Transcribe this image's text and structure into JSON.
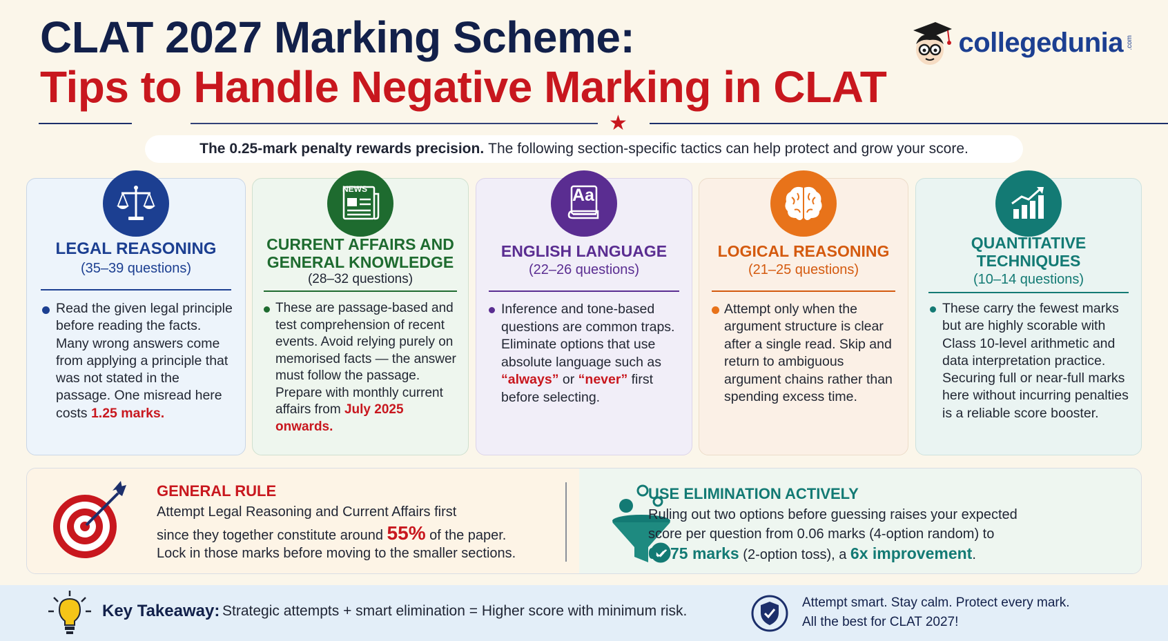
{
  "header": {
    "title_line1": "CLAT 2027 Marking Scheme:",
    "title_line2": "Tips to Handle Negative Marking in CLAT",
    "brand": "collegedunia",
    "brand_suffix": ".com"
  },
  "subtitle": {
    "bold": "The 0.25-mark penalty rewards precision.",
    "rest": "The following section-specific tactics can help protect and grow your score."
  },
  "cards": [
    {
      "title": "LEGAL REASONING",
      "subtitle": "(35–39 questions)",
      "icon": "scales-of-justice-icon",
      "body": "Read the given legal principle before reading the facts. Many wrong answers come from applying a principle that was not stated in the passage. One misread here costs ",
      "highlight": "1.25 marks.",
      "after": "",
      "colors": {
        "accent": "#1c3f91",
        "bg": "#edf4fb"
      }
    },
    {
      "title_line1": "CURRENT AFFAIRS AND",
      "title_line2": "GENERAL KNOWLEDGE",
      "subtitle": "(28–32 questions)",
      "icon": "newspaper-icon",
      "icon_text": "NEWS",
      "body": "These are passage-based and test comprehension of recent events. Avoid relying purely on memorised facts — the answer must follow the passage. Prepare with monthly current affairs from ",
      "highlight": "July 2025 onwards.",
      "colors": {
        "accent": "#1e6b2f",
        "bg": "#eef6ee"
      }
    },
    {
      "title": "ENGLISH LANGUAGE",
      "subtitle": "(22–26 questions)",
      "icon": "dictionary-icon",
      "icon_text": "Aa",
      "body1": "Inference and tone-based questions are common traps. Eliminate options that use absolute language such as ",
      "hl1": "“always”",
      "mid": " or ",
      "hl2": "“never”",
      "body2": " first before selecting.",
      "colors": {
        "accent": "#5a2d91",
        "bg": "#f1eef8"
      }
    },
    {
      "title": "LOGICAL REASONING",
      "subtitle": "(21–25 questions)",
      "icon": "brain-icon",
      "body": "Attempt only when the argument structure is clear after a single read. Skip and return to ambiguous argument chains rather than spending excess time.",
      "colors": {
        "accent": "#d45a0f",
        "bg": "#fbf0e6"
      }
    },
    {
      "title_line1": "QUANTITATIVE",
      "title_line2": "TECHNIQUES",
      "subtitle": "(10–14 questions)",
      "icon": "growth-chart-icon",
      "body": "These carry the fewest marks but are highly scorable with Class 10-level arithmetic and data interpretation practice. Securing full or near-full marks here without incurring penalties is a reliable score booster.",
      "colors": {
        "accent": "#137a74",
        "bg": "#eaf4f2"
      }
    }
  ],
  "general_rule": {
    "title": "GENERAL RULE",
    "line1": "Attempt Legal Reasoning and Current Affairs first",
    "line2a": "since they together constitute around ",
    "line2hl": "55%",
    "line2b": " of the paper.",
    "line3": "Lock in those marks before moving to the smaller sections.",
    "icon": "target-icon"
  },
  "elimination": {
    "title": "USE ELIMINATION ACTIVELY",
    "line1": "Ruling out two options before guessing raises your expected",
    "line2": "score per question from 0.06 marks (4-option random) to",
    "line3a": "0.375 marks",
    "line3b": " (2-option toss), a ",
    "line3c": "6x improvement",
    "line3d": ".",
    "icon": "funnel-icon"
  },
  "footer": {
    "label": "Key Takeaway:",
    "text": "Strategic attempts + smart elimination = Higher score with minimum risk.",
    "closing_line1": "Attempt smart. Stay calm. Protect every mark.",
    "closing_line2": "All the best for CLAT 2027!",
    "icon_left": "lightbulb-icon",
    "icon_right": "shield-check-icon"
  }
}
